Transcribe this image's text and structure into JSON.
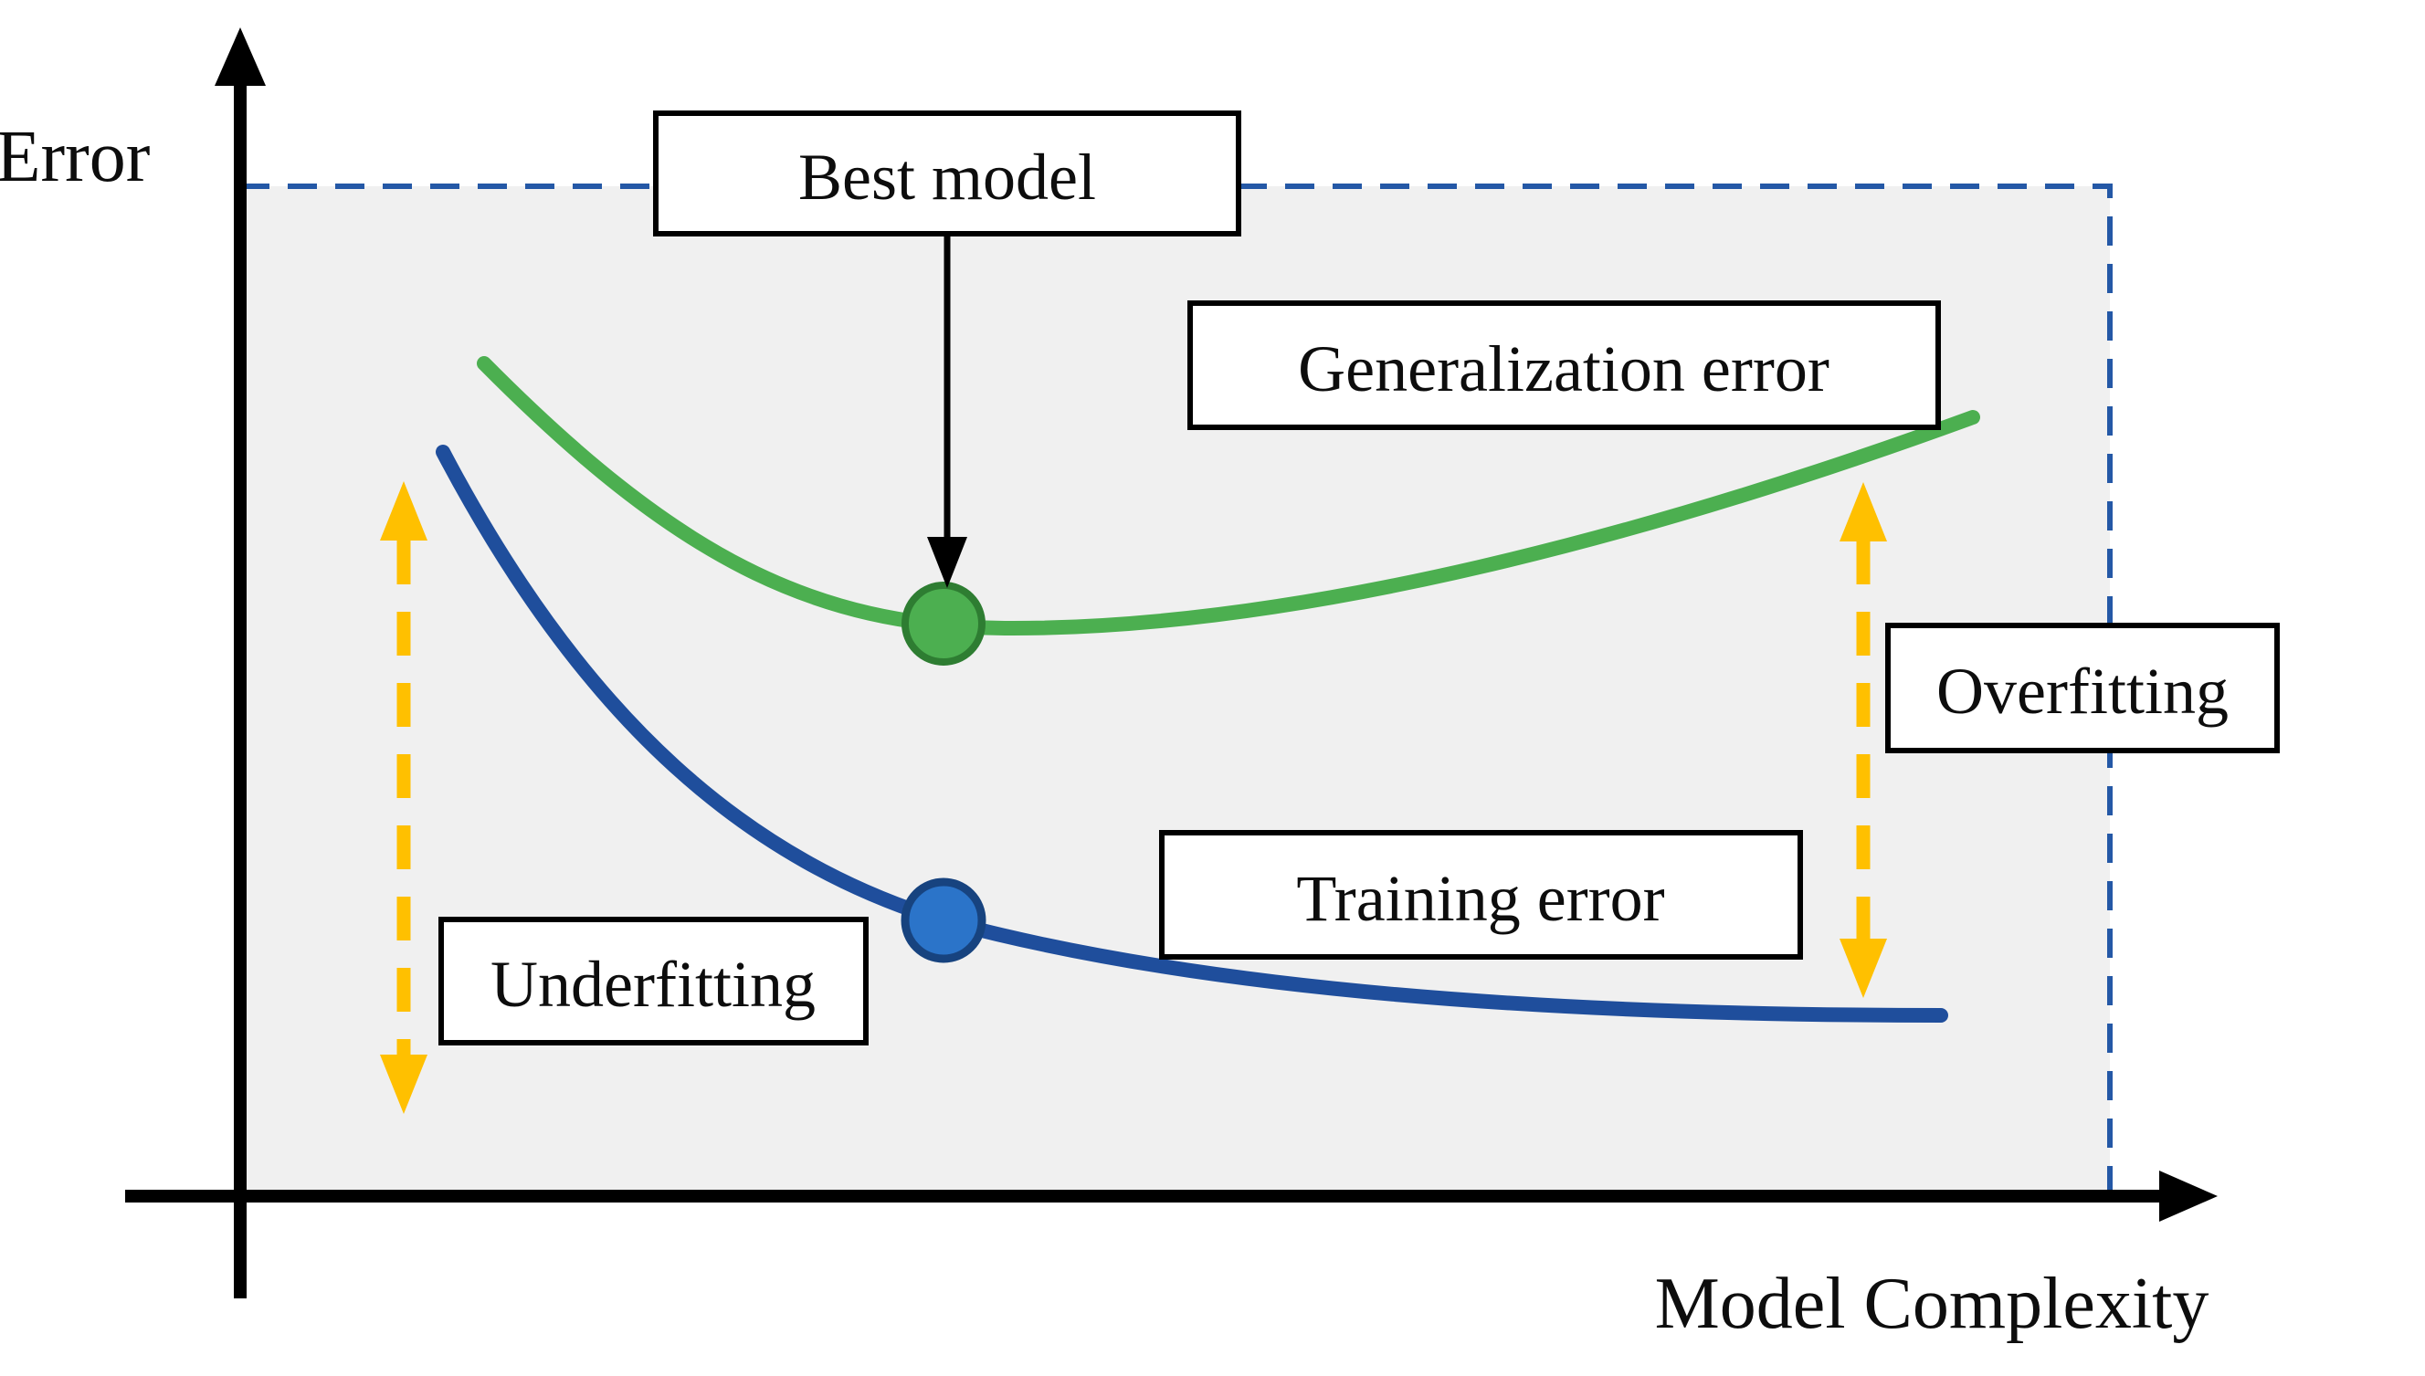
{
  "figure": {
    "axis": {
      "y_label": "Error",
      "x_label": "Model Complexity"
    },
    "labels": {
      "best_model": "Best model",
      "generalization_error": "Generalization error",
      "training_error": "Training error",
      "underfitting": "Underfitting",
      "overfitting": "Overfitting"
    },
    "curves": {
      "generalization": "U-shaped curve with minimum marked by green dot (best model)",
      "training": "Monotonically decreasing curve with blue dot under the best-model point"
    },
    "colors": {
      "generalization_curve": "#4CAF50",
      "generalization_dot_border": "#2E7D32",
      "training_curve": "#1F4E9C",
      "training_dot_fill": "#2B74C9",
      "training_dot_border": "#17437F",
      "dashed_border": "#2458A6",
      "gap_arrows": "#FFC000",
      "region_fill": "#F0F0F0",
      "axis": "#000000",
      "box_fill": "#FFFFFF",
      "box_border": "#000000"
    }
  }
}
